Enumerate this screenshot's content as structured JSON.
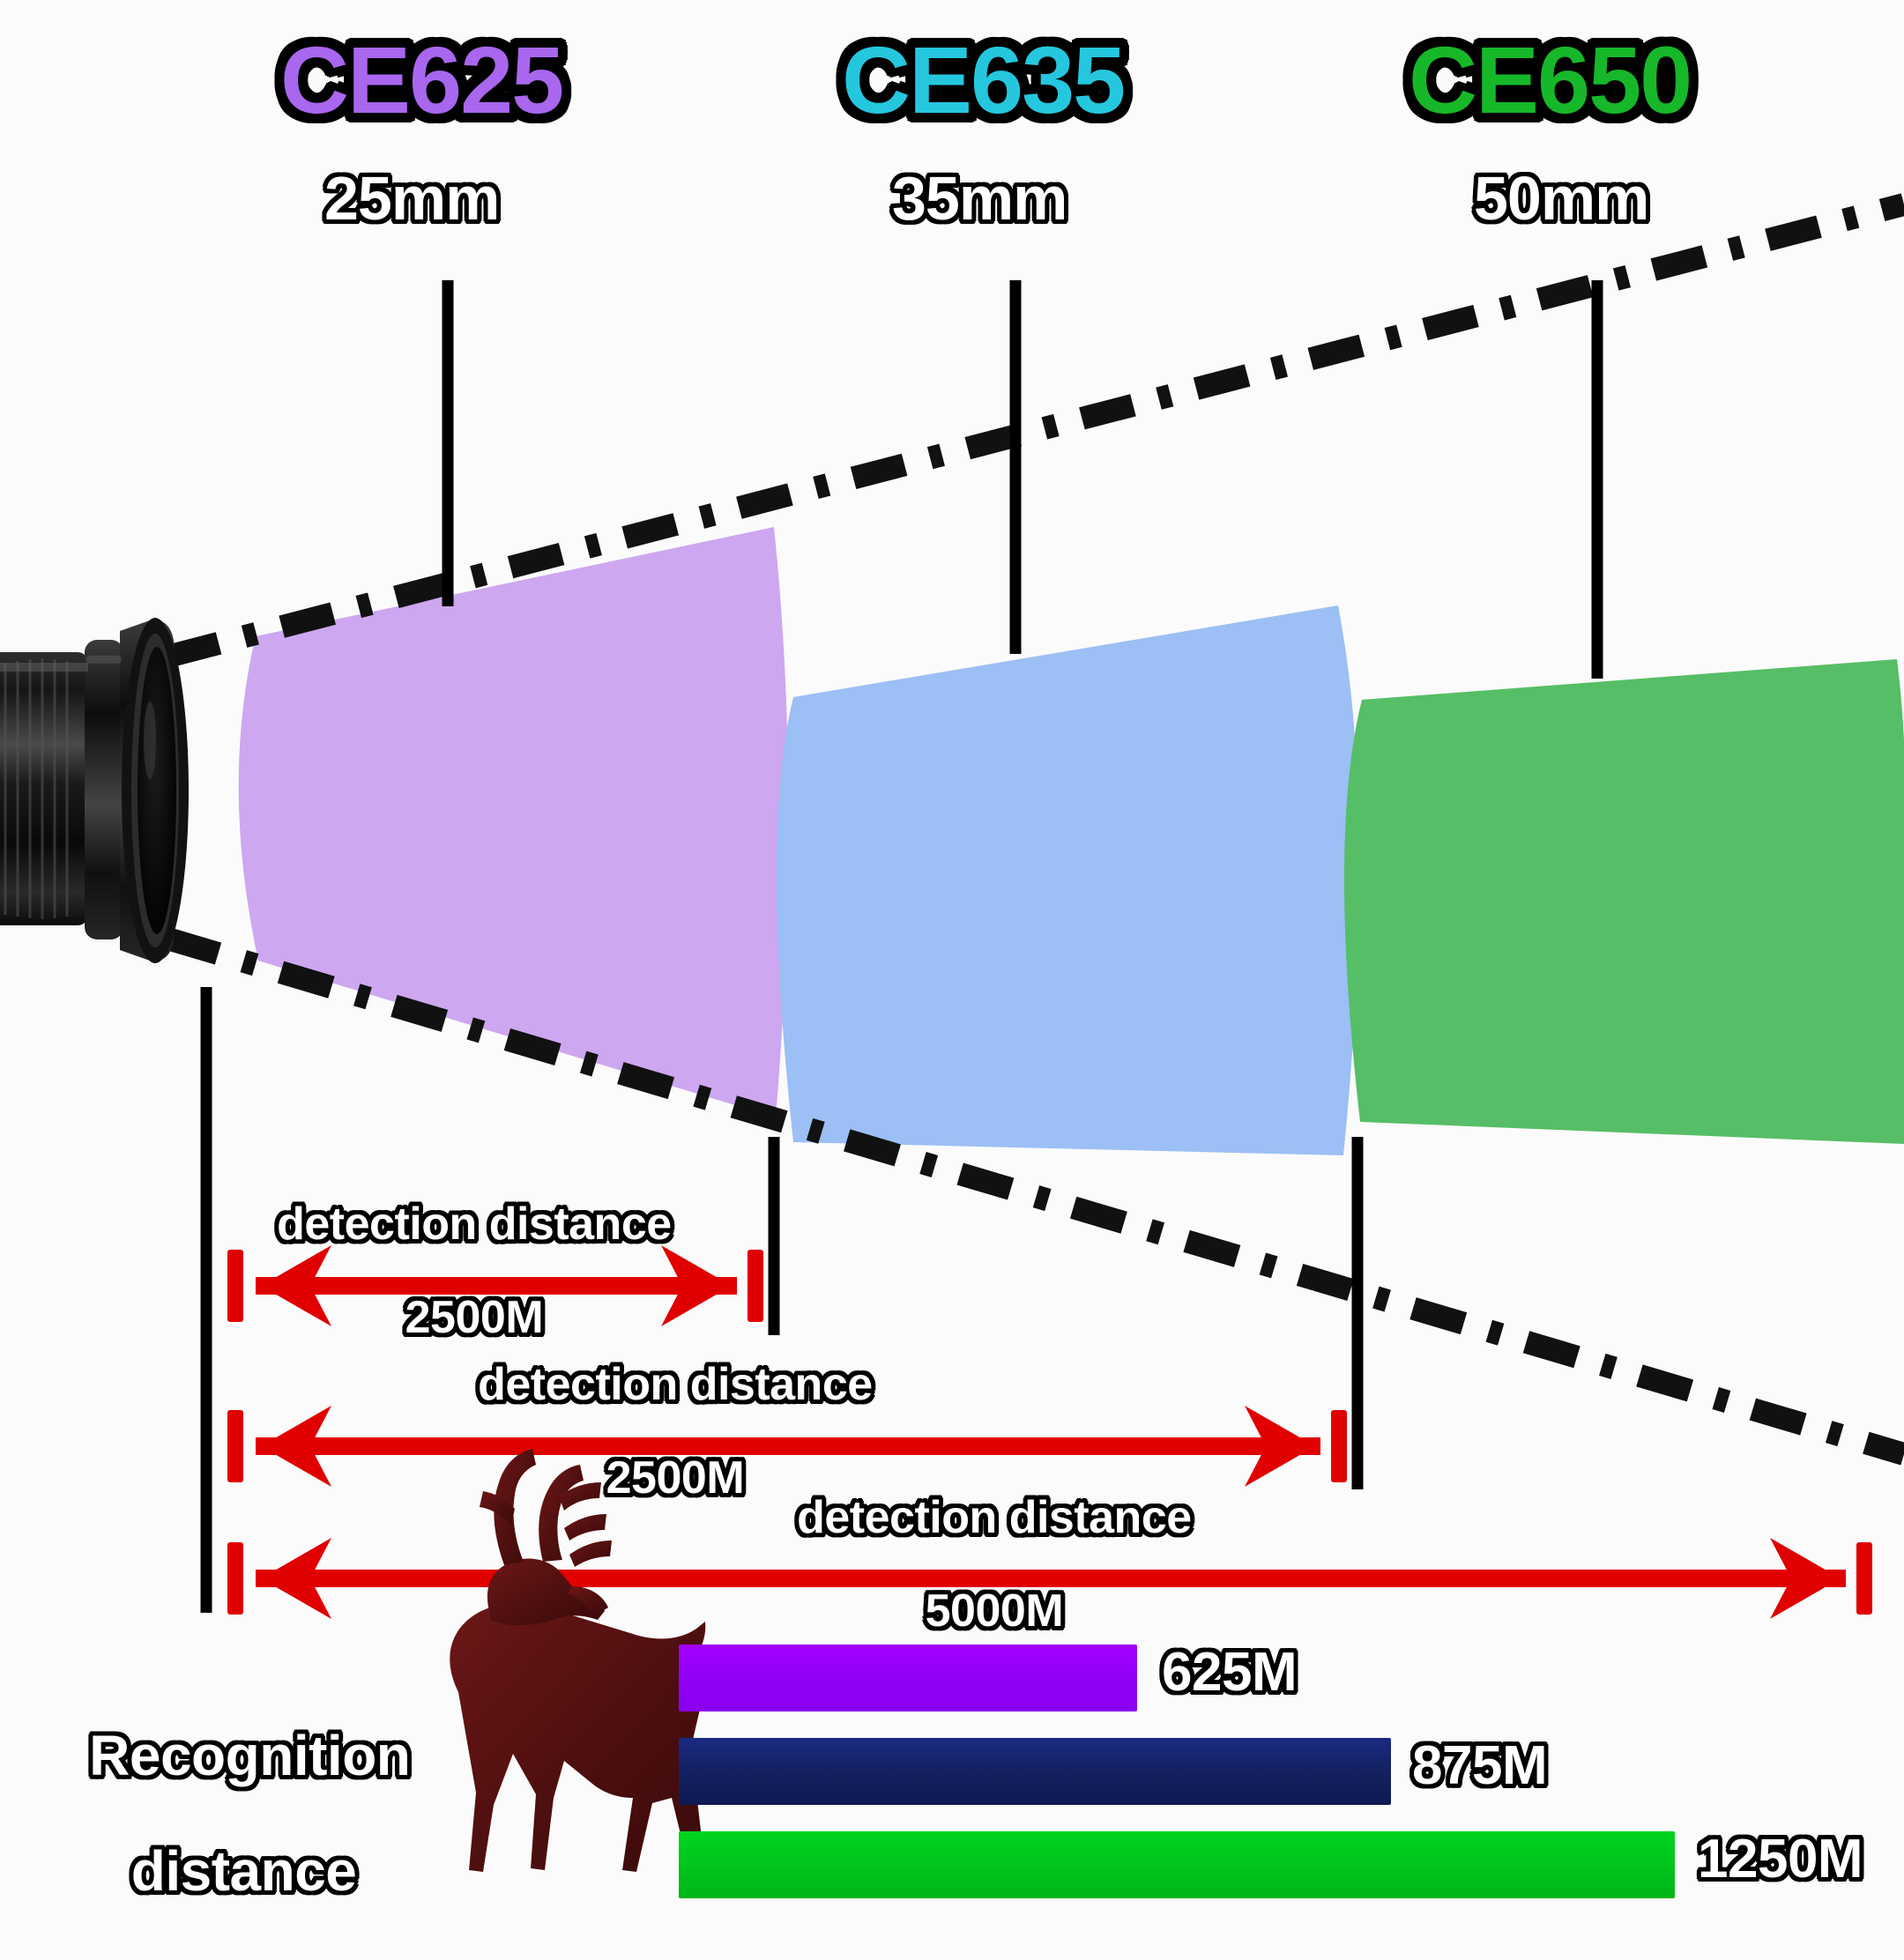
{
  "models": [
    {
      "name": "CE625",
      "color": "#a966ee",
      "lens": "25mm"
    },
    {
      "name": "CE635",
      "color": "#25c7de",
      "lens": "35mm"
    },
    {
      "name": "CE650",
      "color": "#16b829",
      "lens": "50mm"
    }
  ],
  "beams": [
    {
      "model": "CE625",
      "fill": "#cda7f0"
    },
    {
      "model": "CE635",
      "fill": "#9cbff5"
    },
    {
      "model": "CE650",
      "fill": "#56be66"
    }
  ],
  "detection": [
    {
      "title": "detection distance",
      "value": "2500M"
    },
    {
      "title": "detection distance",
      "value": "2500M"
    },
    {
      "title": "detection distance",
      "value": "5000M"
    }
  ],
  "recognition": {
    "line1": "Recognition",
    "line2": "distance",
    "bars": [
      {
        "label": "625M",
        "color": "#9900ff"
      },
      {
        "label": "875M",
        "color": "#16216e"
      },
      {
        "label": "1250M",
        "color": "#00c81e"
      }
    ]
  },
  "icons": {
    "scope": "riflescope-objective-icon",
    "deer": "deer-silhouette-icon",
    "arrow": "double-headed-arrow-icon",
    "boundary": "dash-dot-boundary-line"
  },
  "colors": {
    "arrow_red": "#e00000",
    "outline_black": "#000000",
    "background": "#fbfbfb",
    "deer": "#5e1414"
  }
}
